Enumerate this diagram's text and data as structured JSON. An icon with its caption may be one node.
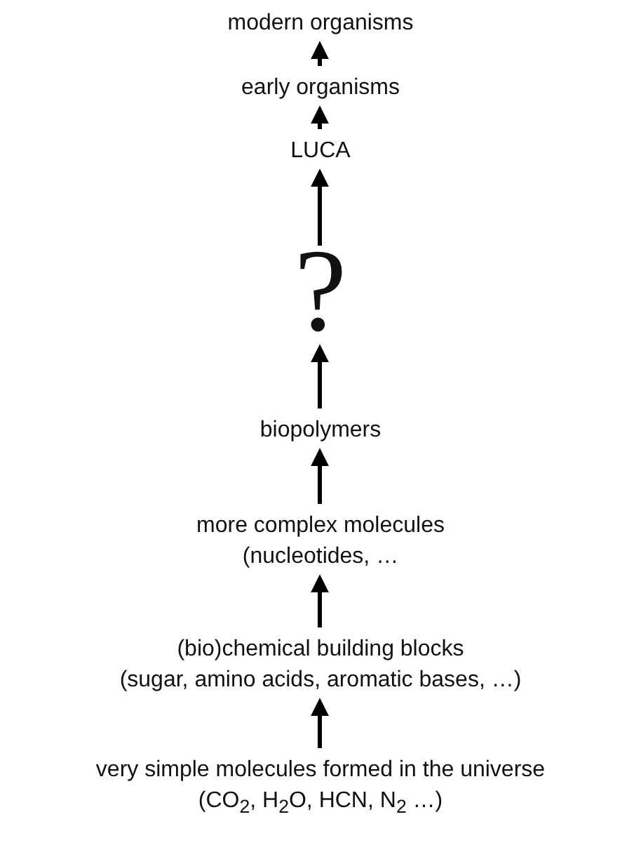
{
  "diagram": {
    "nodes": [
      {
        "text": [
          "modern organisms"
        ]
      },
      {
        "text": [
          "early organisms"
        ]
      },
      {
        "text": [
          "LUCA"
        ]
      },
      {
        "text": [
          "?"
        ]
      },
      {
        "text": [
          "biopolymers"
        ]
      },
      {
        "text": [
          "more complex molecules",
          "(nucleotides, …"
        ]
      },
      {
        "text": [
          "(bio)chemical building blocks",
          "(sugar, amino acids, aromatic bases, …)"
        ]
      },
      {
        "text": [
          "very simple molecules formed in the universe",
          "(CO$_{2}$, H$_{2}$O, HCN, N$_{2}$ …)"
        ]
      }
    ],
    "edges": [
      {
        "from": 7,
        "to": 6,
        "arrow": "to"
      },
      {
        "from": 6,
        "to": 5,
        "arrow": "to"
      },
      {
        "from": 5,
        "to": 4,
        "arrow": "to"
      },
      {
        "from": 4,
        "to": 3,
        "arrow": "to"
      },
      {
        "from": 3,
        "to": 2,
        "arrow": "to"
      },
      {
        "from": 2,
        "to": 1,
        "arrow": "to"
      },
      {
        "from": 1,
        "to": 0,
        "arrow": "to"
      }
    ]
  }
}
